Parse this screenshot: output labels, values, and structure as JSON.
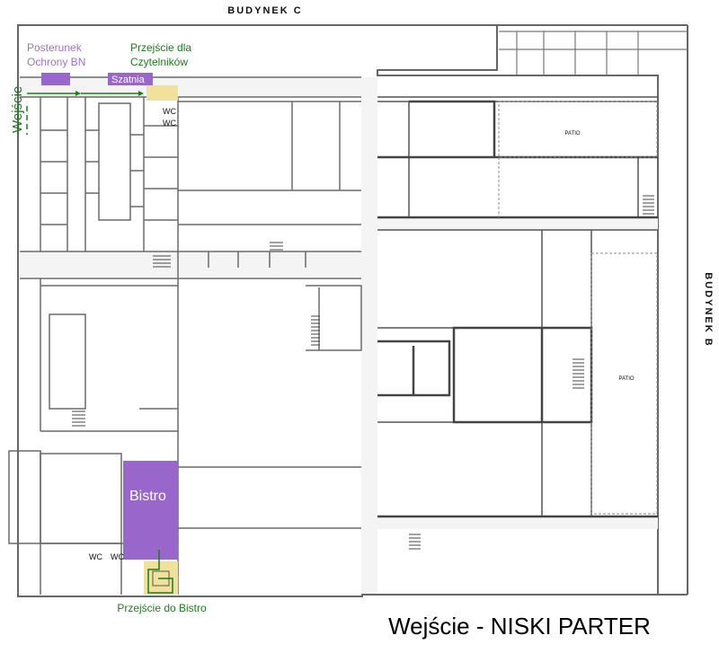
{
  "labels": {
    "building_c": "BUDYNEK C",
    "building_b": "BUDYNEK B",
    "security_post_line1": "Posterunek",
    "security_post_line2": "Ochrony BN",
    "readers_passage_line1": "Przejście dla",
    "readers_passage_line2": "Czytelników",
    "cloakroom": "Szatnia",
    "entrance": "Wejście",
    "wc": "WC",
    "patio": "PATIO",
    "bistro": "Bistro",
    "bistro_passage": "Przejście do Bistro",
    "page_title": "Wejście - NISKI PARTER"
  },
  "colors": {
    "wall": "#555555",
    "wall_light": "#9a9a9a",
    "fill_light": "#f2f2f2",
    "purple": "#9966cc",
    "purple_text": "#a070c8",
    "green": "#1e7a1e",
    "highlight_yellow": "#f0e29a"
  }
}
